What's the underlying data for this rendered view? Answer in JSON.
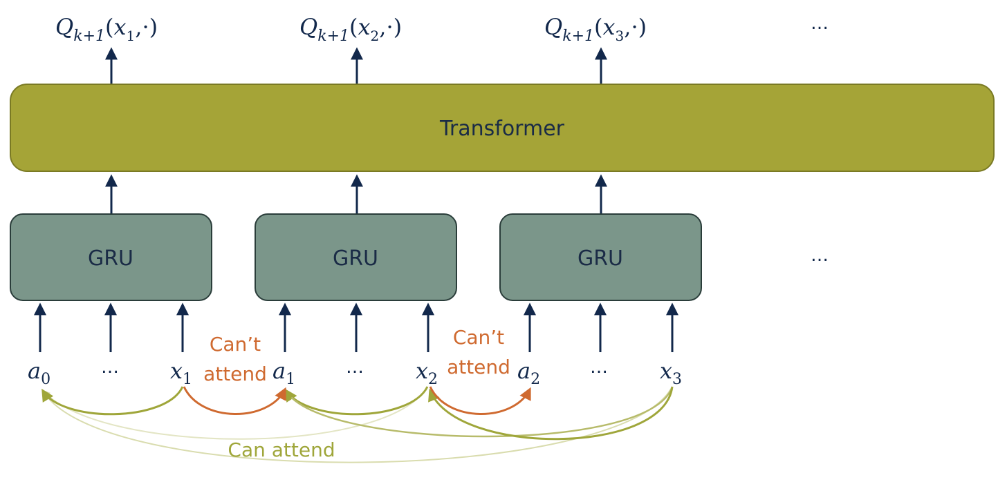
{
  "transformer": {
    "label": "Transformer"
  },
  "gru_blocks": [
    {
      "label": "GRU"
    },
    {
      "label": "GRU"
    },
    {
      "label": "GRU"
    }
  ],
  "outputs": [
    {
      "base": "Q",
      "sub": "k+1",
      "arg": "x",
      "arg_sub": "1",
      "tail": ",·)"
    },
    {
      "base": "Q",
      "sub": "k+1",
      "arg": "x",
      "arg_sub": "2",
      "tail": ",·)"
    },
    {
      "base": "Q",
      "sub": "k+1",
      "arg": "x",
      "arg_sub": "3",
      "tail": ",·)"
    }
  ],
  "ellipsis": "…",
  "inputs": [
    {
      "var": "a",
      "sub": "0"
    },
    {
      "var": "",
      "sub": "",
      "dots": "…"
    },
    {
      "var": "x",
      "sub": "1"
    },
    {
      "var": "a",
      "sub": "1"
    },
    {
      "var": "",
      "sub": "",
      "dots": "…"
    },
    {
      "var": "x",
      "sub": "2"
    },
    {
      "var": "a",
      "sub": "2"
    },
    {
      "var": "",
      "sub": "",
      "dots": "…"
    },
    {
      "var": "x",
      "sub": "3"
    }
  ],
  "annotations": {
    "cant_attend_line1": "Can’t",
    "cant_attend_line2": "attend",
    "can_attend": "Can attend"
  },
  "colors": {
    "transformer_fill": "#a5a437",
    "transformer_stroke": "#7a7a24",
    "gru_fill": "#7b968a",
    "gru_stroke": "#2a3d3a",
    "arrow": "#12284b",
    "cant_attend": "#cf6a30",
    "can_attend": "#9fa63a",
    "can_attend_faint": "#d9dcae"
  }
}
